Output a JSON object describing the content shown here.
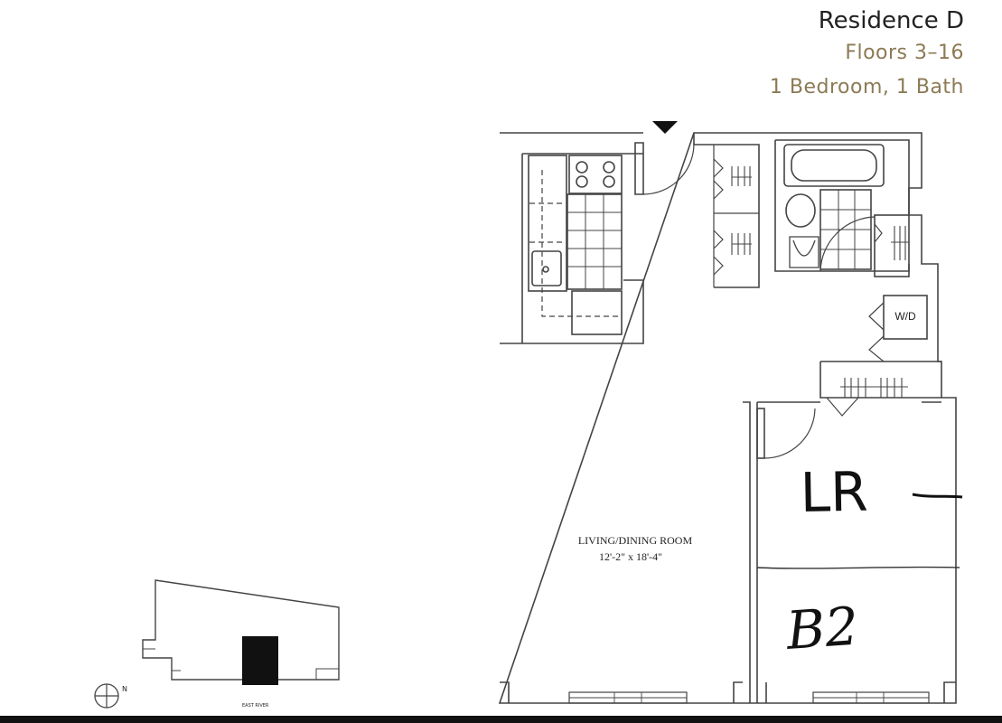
{
  "header": {
    "title": "Residence D",
    "floors": "Floors 3–16",
    "layout": "1 Bedroom, 1 Bath"
  },
  "rooms": {
    "living_name": "LIVING/DINING ROOM",
    "living_dims": "12'-2\" x 18'-4\"",
    "wd_label": "W/D"
  },
  "annotations": {
    "handwritten_upper": "LR",
    "handwritten_lower": "B2"
  },
  "keyplan": {
    "compass_label": "N",
    "river_label": "EAST RIVER"
  },
  "colors": {
    "title": "#222222",
    "subtitle": "#8c7a55",
    "walls": "#444444",
    "ink": "#111111"
  }
}
